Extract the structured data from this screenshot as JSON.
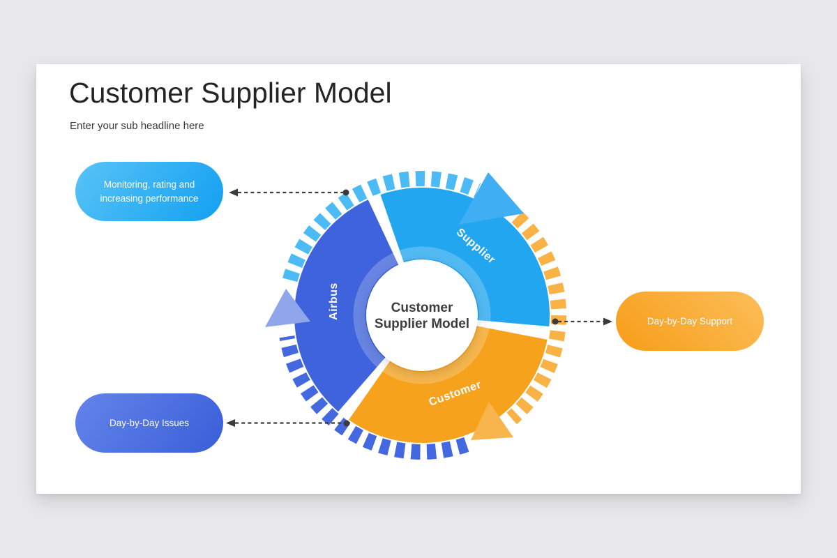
{
  "page": {
    "background_color": "#E8E8EA"
  },
  "slide": {
    "title": "Customer Supplier Model",
    "subtitle": "Enter your sub headline here"
  },
  "diagram": {
    "center": {
      "line1": "Customer",
      "line2": "Supplier Model"
    },
    "segments": [
      {
        "id": "supplier",
        "label": "Supplier",
        "fill": "#23A6F0",
        "tick_color": "#4CBAF5",
        "arrow_color": "#3FAEF3"
      },
      {
        "id": "customer",
        "label": "Customer",
        "fill": "#F7A21C",
        "tick_color": "#F9B245",
        "arrow_color": "#F8B54E"
      },
      {
        "id": "airbus",
        "label": "Airbus",
        "fill": "#3E63DC",
        "tick_color": "#4368E0",
        "arrow_color": "#8FA6EC"
      }
    ],
    "connector_color": "#3b3b3b"
  },
  "callouts": [
    {
      "id": "monitoring",
      "text": "Monitoring, rating and increasing performance",
      "color_from": "#59C3F7",
      "color_to": "#12A0F1"
    },
    {
      "id": "support",
      "text": "Day-by-Day Support",
      "color_from": "#FCBE58",
      "color_to": "#F79D19"
    },
    {
      "id": "issues",
      "text": "Day-by-Day Issues",
      "color_from": "#6484E9",
      "color_to": "#3A5ED9"
    }
  ]
}
